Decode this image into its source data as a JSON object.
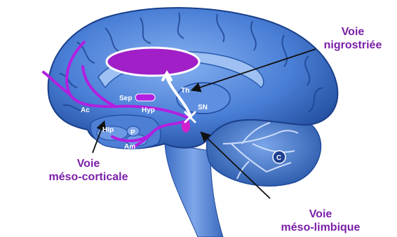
{
  "pathways": {
    "nigrostriatal": {
      "line1": "Voie",
      "line2": "nigrostriée"
    },
    "mesocortical": {
      "line1": "Voie",
      "line2": "méso-corticale"
    },
    "mesolimbic": {
      "line1": "Voie",
      "line2": "méso-limbique"
    }
  },
  "structures": {
    "th": "Th",
    "sep": "Sep",
    "hyp": "Hyp",
    "sn": "SN",
    "ac": "Ac",
    "hip": "Hip",
    "p": "P",
    "am": "Am",
    "c": "C"
  },
  "colors": {
    "pathway": "#b21fe0",
    "label": "#7a1fa8",
    "brain_dark": "#1f4a9e",
    "brain_light": "#6f9de8"
  }
}
